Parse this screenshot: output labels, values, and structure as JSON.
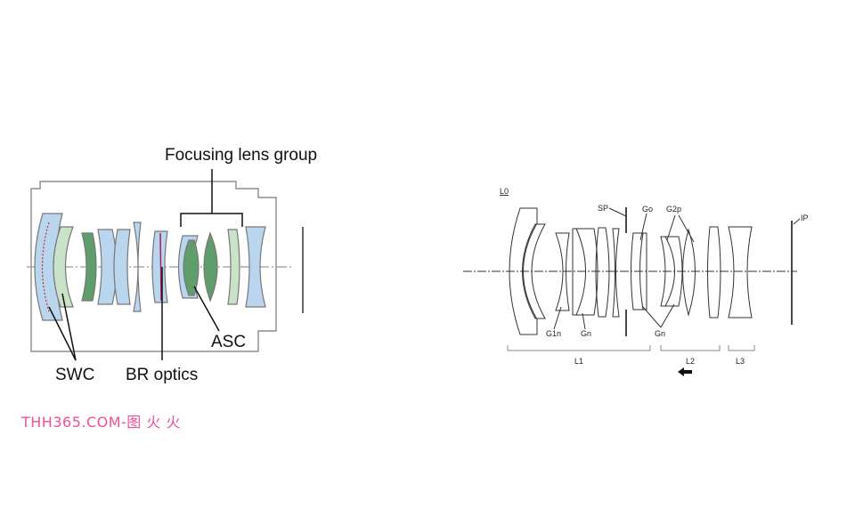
{
  "left_diagram": {
    "title_label": "Focusing lens group",
    "labels": {
      "asc": "ASC",
      "swc": "SWC",
      "br": "BR optics"
    },
    "colors": {
      "blue": "#b9d6ee",
      "green": "#5f9e6a",
      "light_green": "#c8e3c8",
      "outline": "#666666"
    }
  },
  "right_diagram": {
    "system_label": "L0",
    "labels": {
      "sp": "SP",
      "go": "Go",
      "g2p": "G2p",
      "ip": "IP",
      "g1n": "G1n",
      "gn1": "Gn",
      "gn2": "Gn"
    },
    "groups": [
      "L1",
      "L2",
      "L3"
    ],
    "focus_direction": "left"
  },
  "watermark": "THH365.COM-图 火 火"
}
